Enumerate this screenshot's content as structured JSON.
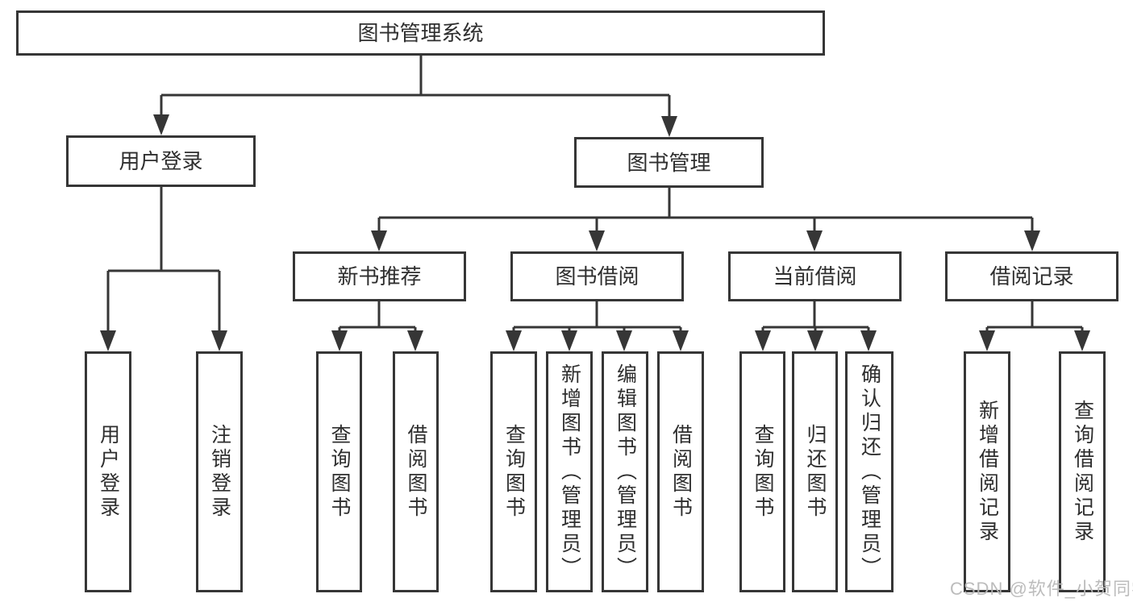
{
  "nodes": {
    "root": {
      "label": "图书管理系统"
    },
    "level2": {
      "user_login": {
        "label": "用户登录"
      },
      "book_management": {
        "label": "图书管理"
      }
    },
    "level3": {
      "new_book_recommend": {
        "label": "新书推荐"
      },
      "book_borrow": {
        "label": "图书借阅"
      },
      "current_borrow": {
        "label": "当前借阅"
      },
      "borrow_record": {
        "label": "借阅记录"
      }
    },
    "leaves": {
      "login_user_login": {
        "label": "用户登录"
      },
      "login_logout": {
        "label": "注销登录"
      },
      "recommend_query_book": {
        "label": "查询图书"
      },
      "recommend_borrow_book": {
        "label": "借阅图书"
      },
      "borrow_query_book": {
        "label": "查询图书"
      },
      "borrow_add_book": {
        "label": "新增图书（管理员）"
      },
      "borrow_edit_book": {
        "label": "编辑图书（管理员）"
      },
      "borrow_borrow_book": {
        "label": "借阅图书"
      },
      "current_query_book": {
        "label": "查询图书"
      },
      "current_return_book": {
        "label": "归还图书"
      },
      "current_confirm_return": {
        "label": "确认归还（管理员）"
      },
      "record_add_record": {
        "label": "新增借阅记录"
      },
      "record_query_record": {
        "label": "查询借阅记录"
      }
    }
  },
  "watermark": "CSDN @软件_小贺同学",
  "colors": {
    "line": "#363636",
    "text": "#2e2e2e",
    "background": "#ffffff",
    "watermark": "#b8b8b8"
  }
}
